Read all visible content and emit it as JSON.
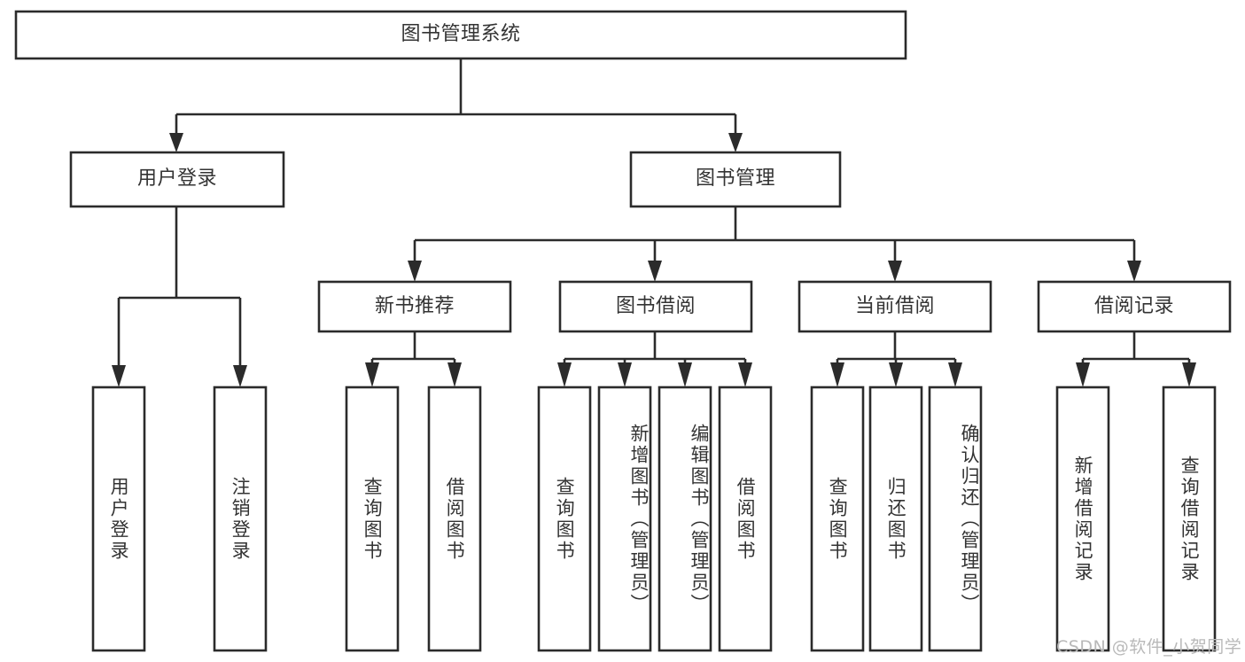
{
  "diagram": {
    "title": "图书管理系统",
    "type": "tree-hierarchy-diagram",
    "colors": {
      "box_stroke": "#2b2b2b",
      "box_fill": "#ffffff",
      "text": "#333333",
      "background": "#ffffff",
      "watermark": "#b9b9b9"
    },
    "levels": {
      "root": {
        "label": "图书管理系统",
        "orientation": "horizontal"
      },
      "level2": [
        {
          "label": "用户登录",
          "orientation": "horizontal"
        },
        {
          "label": "图书管理",
          "orientation": "horizontal"
        }
      ],
      "level3": [
        {
          "label": "新书推荐",
          "orientation": "horizontal"
        },
        {
          "label": "图书借阅",
          "orientation": "horizontal"
        },
        {
          "label": "当前借阅",
          "orientation": "horizontal"
        },
        {
          "label": "借阅记录",
          "orientation": "horizontal"
        }
      ],
      "leaves": [
        {
          "label": "用户登录",
          "parent": "用户登录",
          "orientation": "vertical"
        },
        {
          "label": "注销登录",
          "parent": "用户登录",
          "orientation": "vertical"
        },
        {
          "label": "查询图书",
          "parent": "新书推荐",
          "orientation": "vertical"
        },
        {
          "label": "借阅图书",
          "parent": "新书推荐",
          "orientation": "vertical"
        },
        {
          "label": "查询图书",
          "parent": "图书借阅",
          "orientation": "vertical"
        },
        {
          "label": "新增图书（管理员）",
          "parent": "图书借阅",
          "orientation": "vertical"
        },
        {
          "label": "编辑图书（管理员）",
          "parent": "图书借阅",
          "orientation": "vertical"
        },
        {
          "label": "借阅图书",
          "parent": "图书借阅",
          "orientation": "vertical"
        },
        {
          "label": "查询图书",
          "parent": "当前借阅",
          "orientation": "vertical"
        },
        {
          "label": "归还图书",
          "parent": "当前借阅",
          "orientation": "vertical"
        },
        {
          "label": "确认归还（管理员）",
          "parent": "当前借阅",
          "orientation": "vertical"
        },
        {
          "label": "新增借阅记录",
          "parent": "借阅记录",
          "orientation": "vertical"
        },
        {
          "label": "查询借阅记录",
          "parent": "借阅记录",
          "orientation": "vertical"
        }
      ]
    }
  },
  "watermark": {
    "text": "CSDN @软件_小贺同学"
  }
}
